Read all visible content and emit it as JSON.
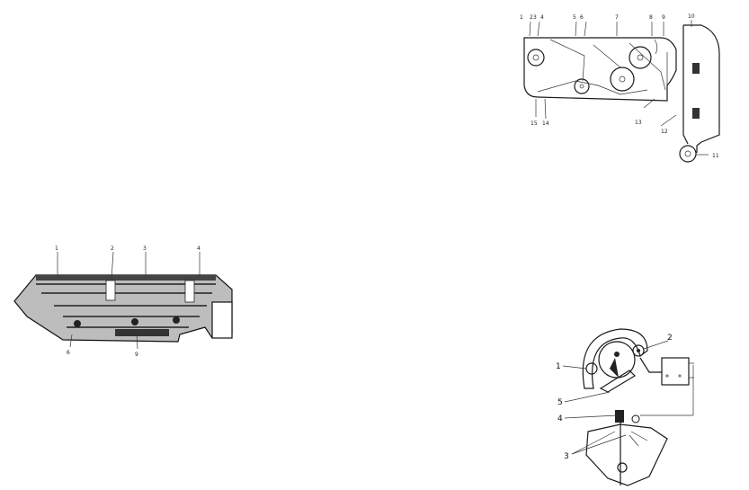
{
  "figures": {
    "thresher": {
      "labels": {
        "l1": "1",
        "l2": "2",
        "l3": "3",
        "l4": "4",
        "l5": "5",
        "l6": "6",
        "l7": "7",
        "l8": "8",
        "l9": "9",
        "l10": "10",
        "l11": "11",
        "l12": "12",
        "l13": "13",
        "l14": "14",
        "l15": "15"
      }
    },
    "conveyor": {
      "labels": {
        "l1": "1",
        "l2": "2",
        "l3": "3",
        "l4": "4",
        "l6": "6",
        "l9": "9"
      }
    },
    "separator": {
      "labels": {
        "l1": "1",
        "l2": "2",
        "l3": "3",
        "l4": "4",
        "l5": "5"
      }
    }
  }
}
